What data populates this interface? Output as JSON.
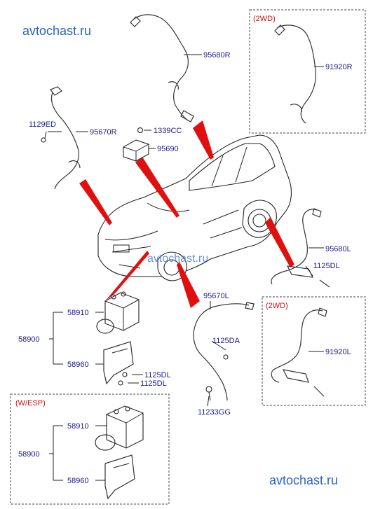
{
  "watermark": {
    "top": "avtochast.ru",
    "middle": "avtochast.ru",
    "bottom": "avtochast.ru"
  },
  "labels": {
    "p1129ED": "1129ED",
    "p95670R": "95670R",
    "p95680R": "95680R",
    "p1339CC": "1339CC",
    "p95690": "95690",
    "p58910a": "58910",
    "p58900a": "58900",
    "p58960a": "58960",
    "p1125DLa": "1125DL",
    "p1125DLb": "1125DL",
    "p95670L": "95670L",
    "p1125DA": "1125DA",
    "p11233GG": "11233GG",
    "p95680L": "95680L",
    "p1125DLc": "1125DL",
    "p91920Ra": "91920R",
    "p91920L": "91920L",
    "p58910b": "58910",
    "p58900b": "58900",
    "p58960b": "58960"
  },
  "groups": {
    "twoWdTop": "(2WD)",
    "twoWdRight": "(2WD)",
    "wEsp": "(W/ESP)"
  },
  "colors": {
    "callout": "#e01010",
    "label": "#1a1a8c",
    "group": "#d01010",
    "watermark": "#2a62c8"
  }
}
